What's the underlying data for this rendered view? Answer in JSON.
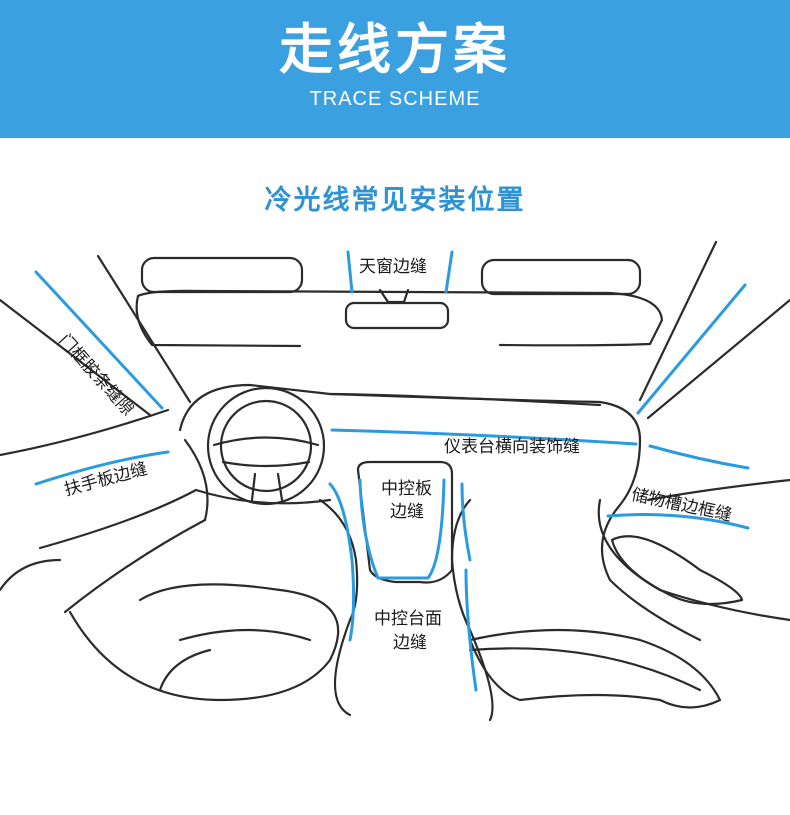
{
  "header": {
    "title": "走线方案",
    "subtitle": "TRACE SCHEME"
  },
  "section_title": "冷光线常见安装位置",
  "labels": {
    "sunroof": "天窗边缝",
    "door_frame": "门框胶条缝隙",
    "dashboard": "仪表台横向装饰缝",
    "armrest": "扶手板边缝",
    "storage": "储物槽边框缝",
    "center_panel_line1": "中控板",
    "center_panel_line2": "边缝",
    "center_console_line1": "中控台面",
    "center_console_line2": "边缝"
  },
  "colors": {
    "banner": "#3aa0df",
    "accent": "#2f93d3",
    "trace": "#2a9be0",
    "outline": "#2b2b2b"
  }
}
